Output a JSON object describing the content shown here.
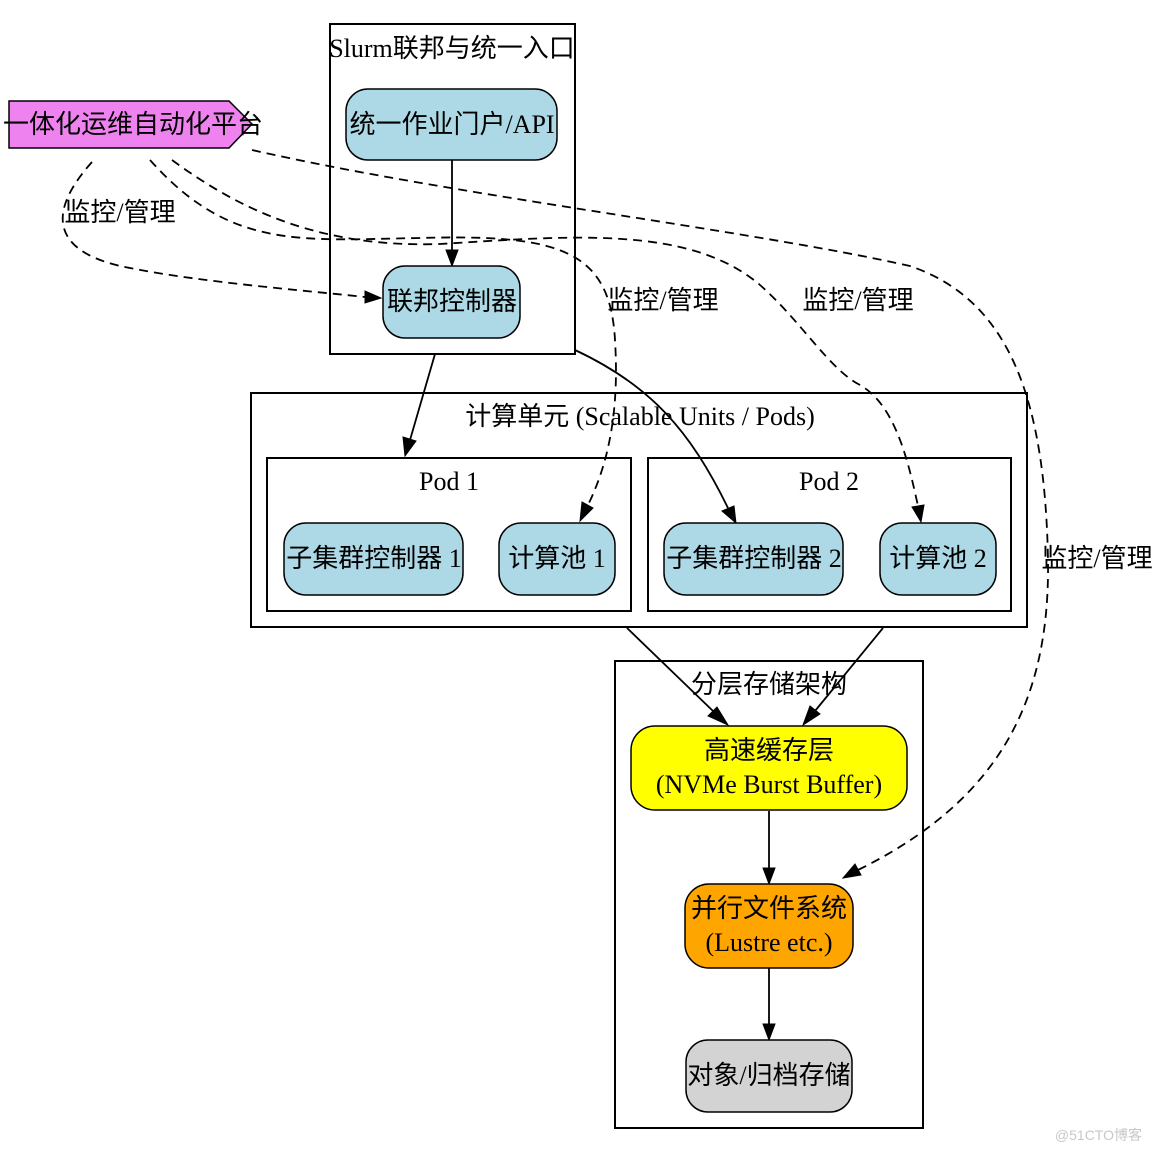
{
  "clusters": {
    "slurm": "Slurm联邦与统一入口",
    "compute": "计算单元 (Scalable Units / Pods)",
    "pod1": "Pod 1",
    "pod2": "Pod 2",
    "storage": "分层存储架构"
  },
  "nodes": {
    "ops_platform": "一体化运维自动化平台",
    "portal": "统一作业门户/API",
    "federation_controller": "联邦控制器",
    "sub_controller_1": "子集群控制器 1",
    "compute_pool_1": "计算池 1",
    "sub_controller_2": "子集群控制器 2",
    "compute_pool_2": "计算池 2",
    "burst_buffer": [
      "高速缓存层",
      "(NVMe Burst Buffer)"
    ],
    "parallel_fs": [
      "并行文件系统",
      "(Lustre etc.)"
    ],
    "archive": "对象/归档存储"
  },
  "edge_labels": {
    "to_federation": "监控/管理",
    "to_pool1": "监控/管理",
    "to_pool2": "监控/管理",
    "to_parallel_fs": "监控/管理"
  },
  "colors": {
    "ops_platform": "#ee82ee",
    "compute_nodes": "#add8e6",
    "burst_buffer": "#ffff00",
    "parallel_fs": "#ffa500",
    "archive": "#d3d3d3"
  },
  "watermark": "@51CTO博客"
}
